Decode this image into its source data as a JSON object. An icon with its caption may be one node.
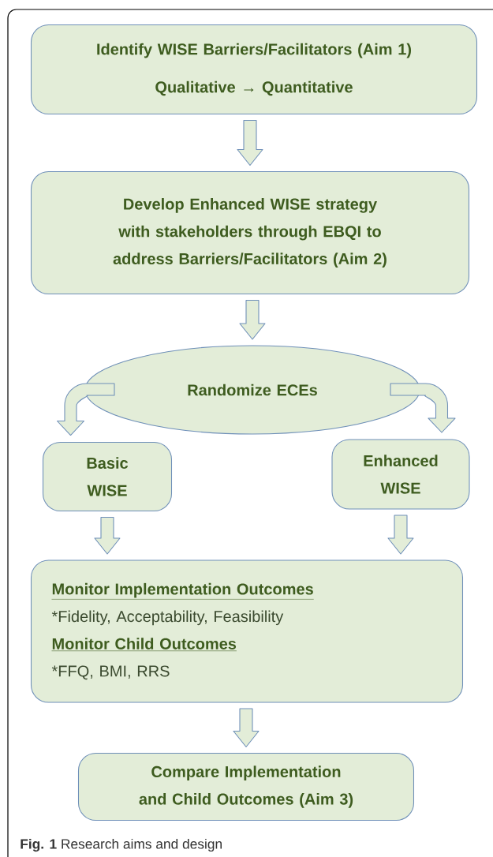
{
  "diagram": {
    "caption": "**Fig. 1** Research aims and design",
    "nodes": [
      {
        "text": [
          "Identify WISE Barriers/Facilitators (Aim 1)",
          "Qualitative → Quantitative"
        ]
      },
      {
        "text": [
          "Develop Enhanced WISE strategy with stakeholders through EBQI to address Barriers/Facilitators (Aim 2)"
        ]
      },
      {
        "text": [
          "Randomize ECEs"
        ]
      },
      {
        "text": [
          "Basic WISE"
        ]
      },
      {
        "text": [
          "Enhanced WISE"
        ]
      },
      {
        "text": [
          "Monitor Implementation Outcomes",
          "*Fidelity, Acceptability, Feasibility",
          "Monitor Child Outcomes",
          "*FFQ, BMI, RRS"
        ]
      },
      {
        "text": [
          "Compare Implementation and Child Outcomes (Aim 3)"
        ]
      }
    ],
    "edges": [
      {
        "from": 0,
        "to": 1,
        "arrow": "to"
      },
      {
        "from": 1,
        "to": 2,
        "arrow": "to"
      },
      {
        "from": 2,
        "to": 3,
        "arrow": "to"
      },
      {
        "from": 2,
        "to": 4,
        "arrow": "to"
      },
      {
        "from": 3,
        "to": 5,
        "arrow": "to"
      },
      {
        "from": 4,
        "to": 5,
        "arrow": "to"
      },
      {
        "from": 5,
        "to": 6,
        "arrow": "to"
      }
    ]
  }
}
